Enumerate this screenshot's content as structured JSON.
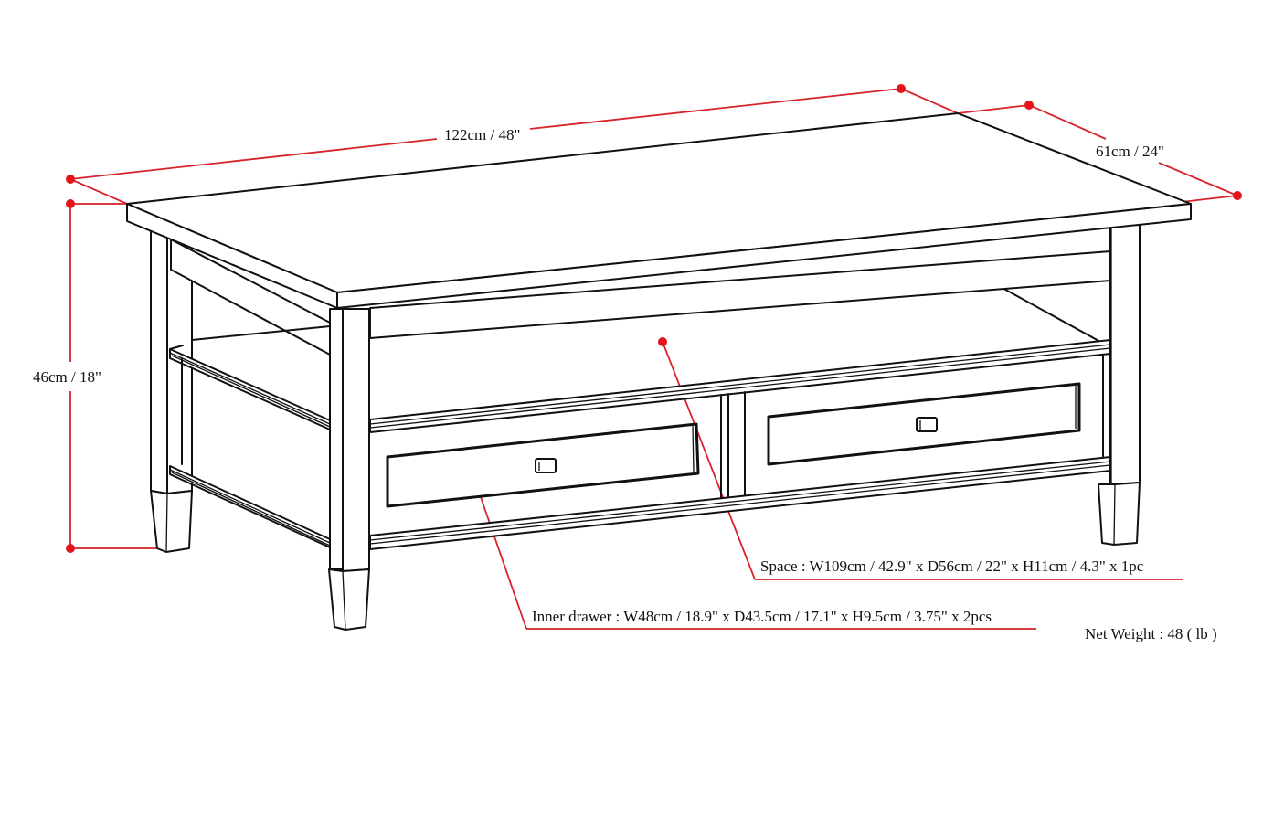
{
  "diagram": {
    "subject": "coffee table dimension drawing",
    "colors": {
      "line_ink": "#111111",
      "dimension_red": "#d8232a",
      "dot_red": "#e3141c",
      "background": "#ffffff"
    },
    "dimensions": {
      "width": "122cm / 48\"",
      "depth": "61cm / 24\"",
      "height": "46cm / 18\""
    },
    "callouts": {
      "space": "Space : W109cm / 42.9\" x D56cm / 22\" x H11cm / 4.3\" x 1pc",
      "inner_drawer": "Inner drawer : W48cm / 18.9\" x D43.5cm / 17.1\" x H9.5cm / 3.75\" x 2pcs"
    },
    "net_weight": "Net Weight : 48 ( lb )"
  }
}
